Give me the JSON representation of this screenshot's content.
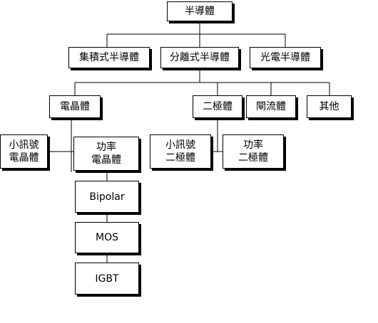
{
  "diagram": {
    "root": {
      "label": "半導體"
    },
    "level1": {
      "integrated": {
        "label": "集積式半導體"
      },
      "discrete": {
        "label": "分離式半導體"
      },
      "opto": {
        "label": "光電半導體"
      }
    },
    "level2": {
      "transistor": {
        "label": "電晶體"
      },
      "diode": {
        "label": "二極體"
      },
      "thyristor": {
        "label": "閘流體"
      },
      "other": {
        "label": "其他"
      }
    },
    "level3": {
      "small_signal_transistor": {
        "line1": "小訊號",
        "line2": "電晶體"
      },
      "power_transistor": {
        "line1": "功率",
        "line2": "電晶體"
      },
      "small_signal_diode": {
        "line1": "小訊號",
        "line2": "二極體"
      },
      "power_diode": {
        "line1": "功率",
        "line2": "二極體"
      }
    },
    "power_transistor_types": {
      "bipolar": {
        "label": "Bipolar"
      },
      "mos": {
        "label": "MOS"
      },
      "igbt": {
        "label": "IGBT"
      }
    }
  }
}
